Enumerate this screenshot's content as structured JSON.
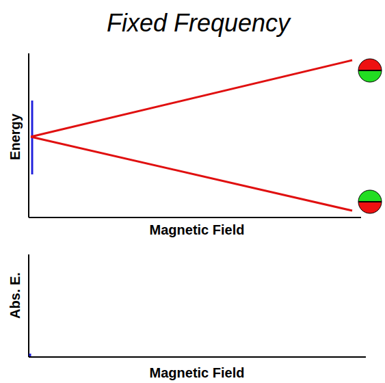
{
  "diagram": {
    "title": "Fixed Frequency",
    "labels": [
      "Energy",
      "Magnetic Field",
      "Abs. E.",
      "Magnetic Field"
    ]
  }
}
